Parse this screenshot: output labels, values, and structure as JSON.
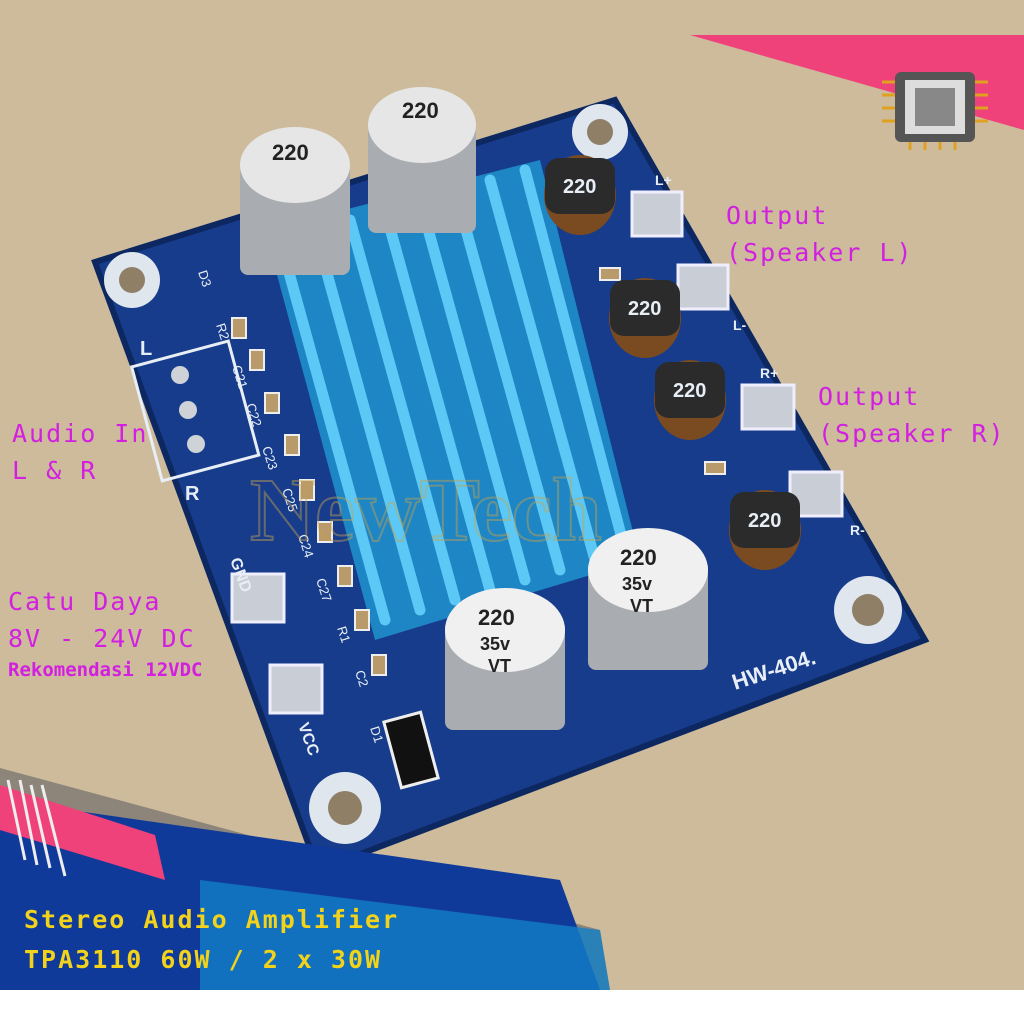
{
  "annotations": {
    "output_left": [
      "Output",
      "(Speaker L)"
    ],
    "output_right": [
      "Output",
      "(Speaker R)"
    ],
    "audio_in": [
      "Audio In",
      "L & R"
    ],
    "power": [
      "Catu Daya",
      "8V - 24V DC"
    ],
    "power_recommendation": "Rekomendasi 12VDC"
  },
  "banner": {
    "line1": "Stereo Audio Amplifier",
    "line2": "TPA3110 60W / 2 x 30W"
  },
  "board": {
    "model": "HW-404.",
    "labels": {
      "gnd": "GND",
      "vcc": "VCC",
      "left": "L",
      "right": "R",
      "l_plus": "L+",
      "l_minus": "L-",
      "r_plus": "R+",
      "r_minus": "R-"
    },
    "capacitor_marking": [
      "220",
      "35v",
      "VT"
    ],
    "inductor_marking": "220",
    "components": [
      "C21",
      "C22",
      "C23",
      "C25",
      "C24",
      "C27",
      "R1",
      "C2",
      "R2",
      "D3",
      "D1"
    ]
  },
  "watermark": "NewTech",
  "colors": {
    "annotation": "#d21fe0",
    "banner_text": "#f2d21a",
    "pcb": "#173c8c",
    "heatsink": "#2aa7e0",
    "accent_pink": "#f0427a"
  }
}
